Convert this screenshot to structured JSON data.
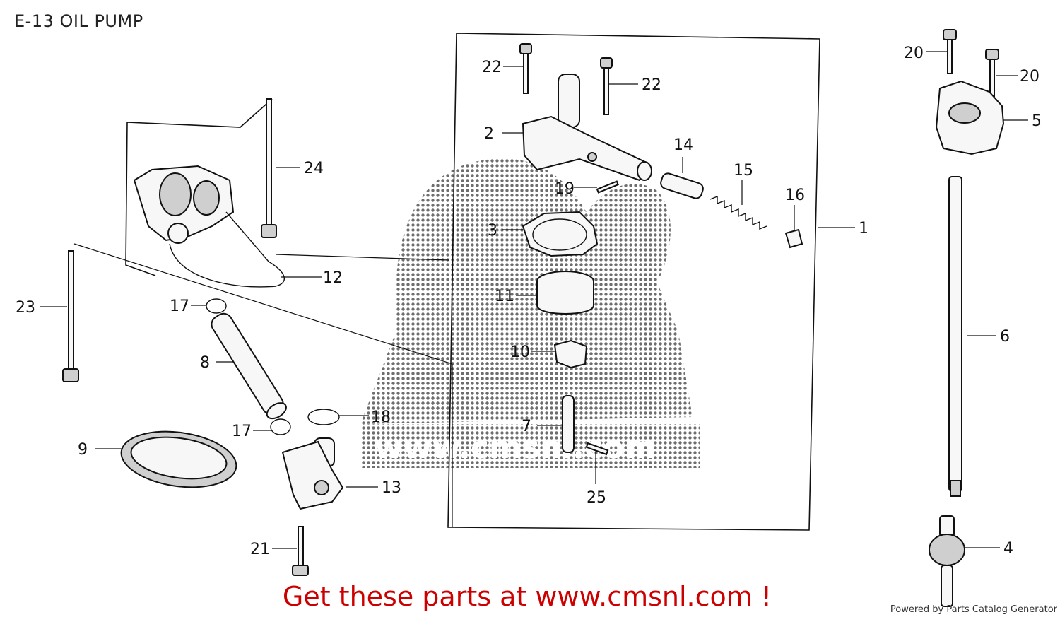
{
  "title": "E-13 OIL PUMP",
  "watermark": {
    "logo_text": "CMS",
    "url_text": "www.cmsnl.com"
  },
  "cta": "Get these parts at www.cmsnl.com !",
  "powered_by": "Powered by Parts Catalog Generator",
  "colors": {
    "cta": "#cc0000",
    "ink": "#111111",
    "watermark": "#555555"
  },
  "callouts": [
    {
      "id": "1",
      "label": "1"
    },
    {
      "id": "2",
      "label": "2"
    },
    {
      "id": "3",
      "label": "3"
    },
    {
      "id": "4",
      "label": "4"
    },
    {
      "id": "5",
      "label": "5"
    },
    {
      "id": "6",
      "label": "6"
    },
    {
      "id": "7",
      "label": "7"
    },
    {
      "id": "8",
      "label": "8"
    },
    {
      "id": "9",
      "label": "9"
    },
    {
      "id": "10",
      "label": "10"
    },
    {
      "id": "11",
      "label": "11"
    },
    {
      "id": "12",
      "label": "12"
    },
    {
      "id": "13",
      "label": "13"
    },
    {
      "id": "14",
      "label": "14"
    },
    {
      "id": "15",
      "label": "15"
    },
    {
      "id": "16",
      "label": "16"
    },
    {
      "id": "17a",
      "label": "17"
    },
    {
      "id": "17b",
      "label": "17"
    },
    {
      "id": "18",
      "label": "18"
    },
    {
      "id": "19",
      "label": "19"
    },
    {
      "id": "20a",
      "label": "20"
    },
    {
      "id": "20b",
      "label": "20"
    },
    {
      "id": "21",
      "label": "21"
    },
    {
      "id": "22a",
      "label": "22"
    },
    {
      "id": "22b",
      "label": "22"
    },
    {
      "id": "23",
      "label": "23"
    },
    {
      "id": "24",
      "label": "24"
    },
    {
      "id": "25",
      "label": "25"
    }
  ]
}
